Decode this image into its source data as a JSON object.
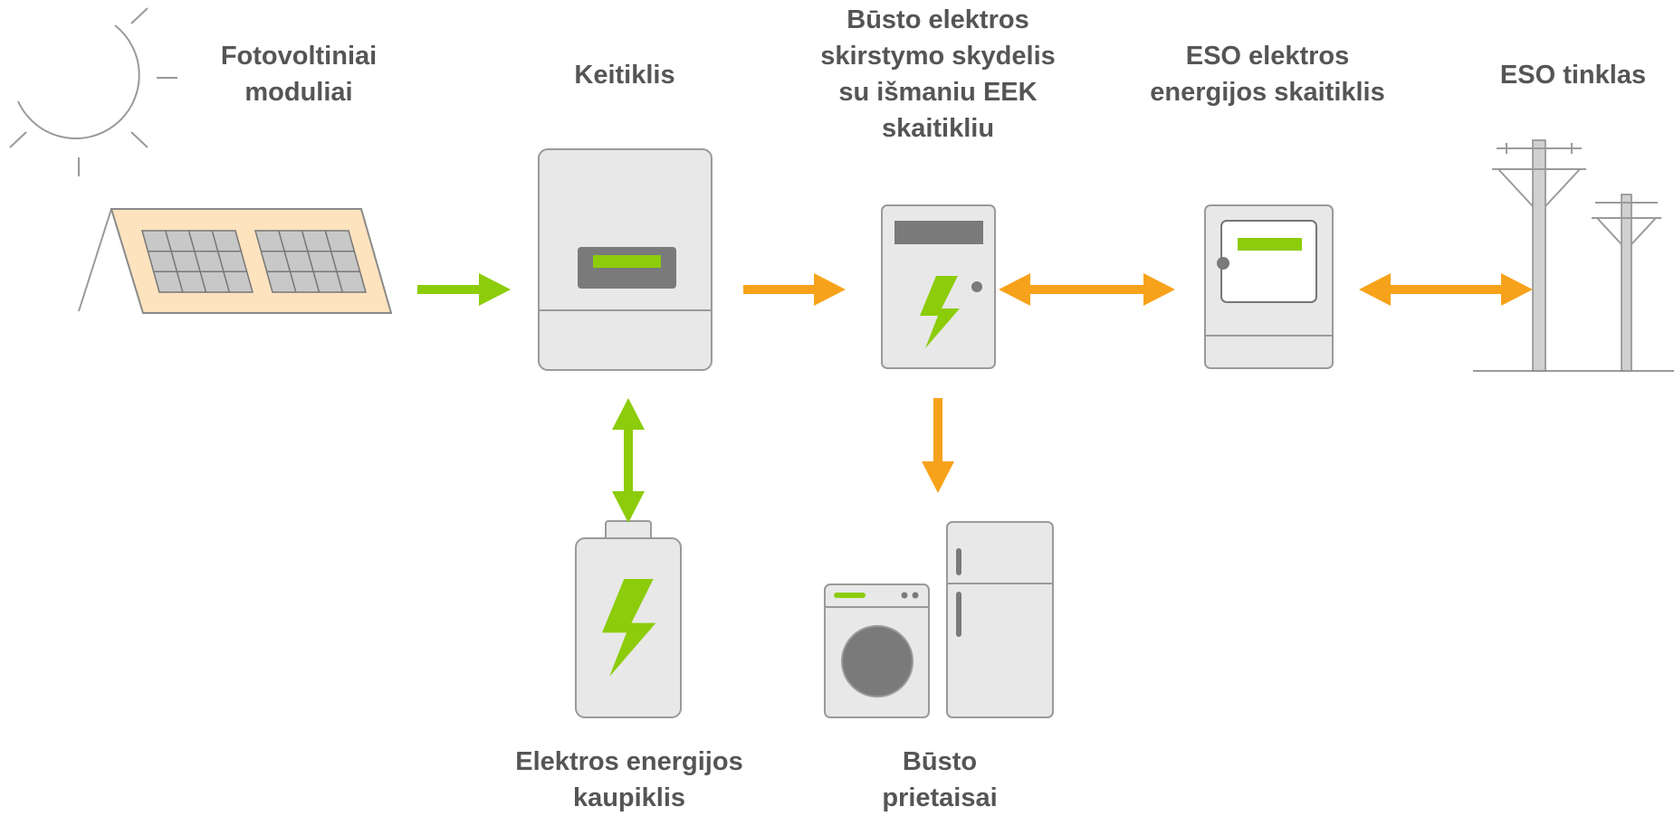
{
  "labels": {
    "pv_modules": [
      "Fotovoltiniai",
      "moduliai"
    ],
    "inverter": [
      "Keitiklis"
    ],
    "panel": [
      "Būsto elektros",
      "skirstymo skydelis",
      "su išmaniu EEK",
      "skaitikliu"
    ],
    "eso_meter": [
      "ESO elektros",
      "energijos skaitiklis"
    ],
    "eso_grid": [
      "ESO tinklas"
    ],
    "battery": [
      "Elektros energijos",
      "kaupiklis"
    ],
    "appliances": [
      "Būsto",
      "prietaisai"
    ]
  },
  "flows": [
    {
      "from": "pv_modules",
      "to": "inverter",
      "direction": "one-way",
      "color": "green"
    },
    {
      "from": "inverter",
      "to": "panel",
      "direction": "one-way",
      "color": "orange"
    },
    {
      "from": "panel",
      "to": "eso_meter",
      "direction": "two-way",
      "color": "orange"
    },
    {
      "from": "eso_meter",
      "to": "eso_grid",
      "direction": "two-way",
      "color": "orange"
    },
    {
      "from": "inverter",
      "to": "battery",
      "direction": "two-way",
      "color": "green"
    },
    {
      "from": "panel",
      "to": "appliances",
      "direction": "one-way",
      "color": "orange"
    }
  ],
  "colors": {
    "green": "#8ccc0a",
    "orange": "#f7a21b",
    "label_text": "#555555",
    "device_fill": "#e8e8e8",
    "device_stroke": "#9a9a9a",
    "panel_bg": "#fde3be",
    "dark_gray": "#7a7a7a"
  }
}
